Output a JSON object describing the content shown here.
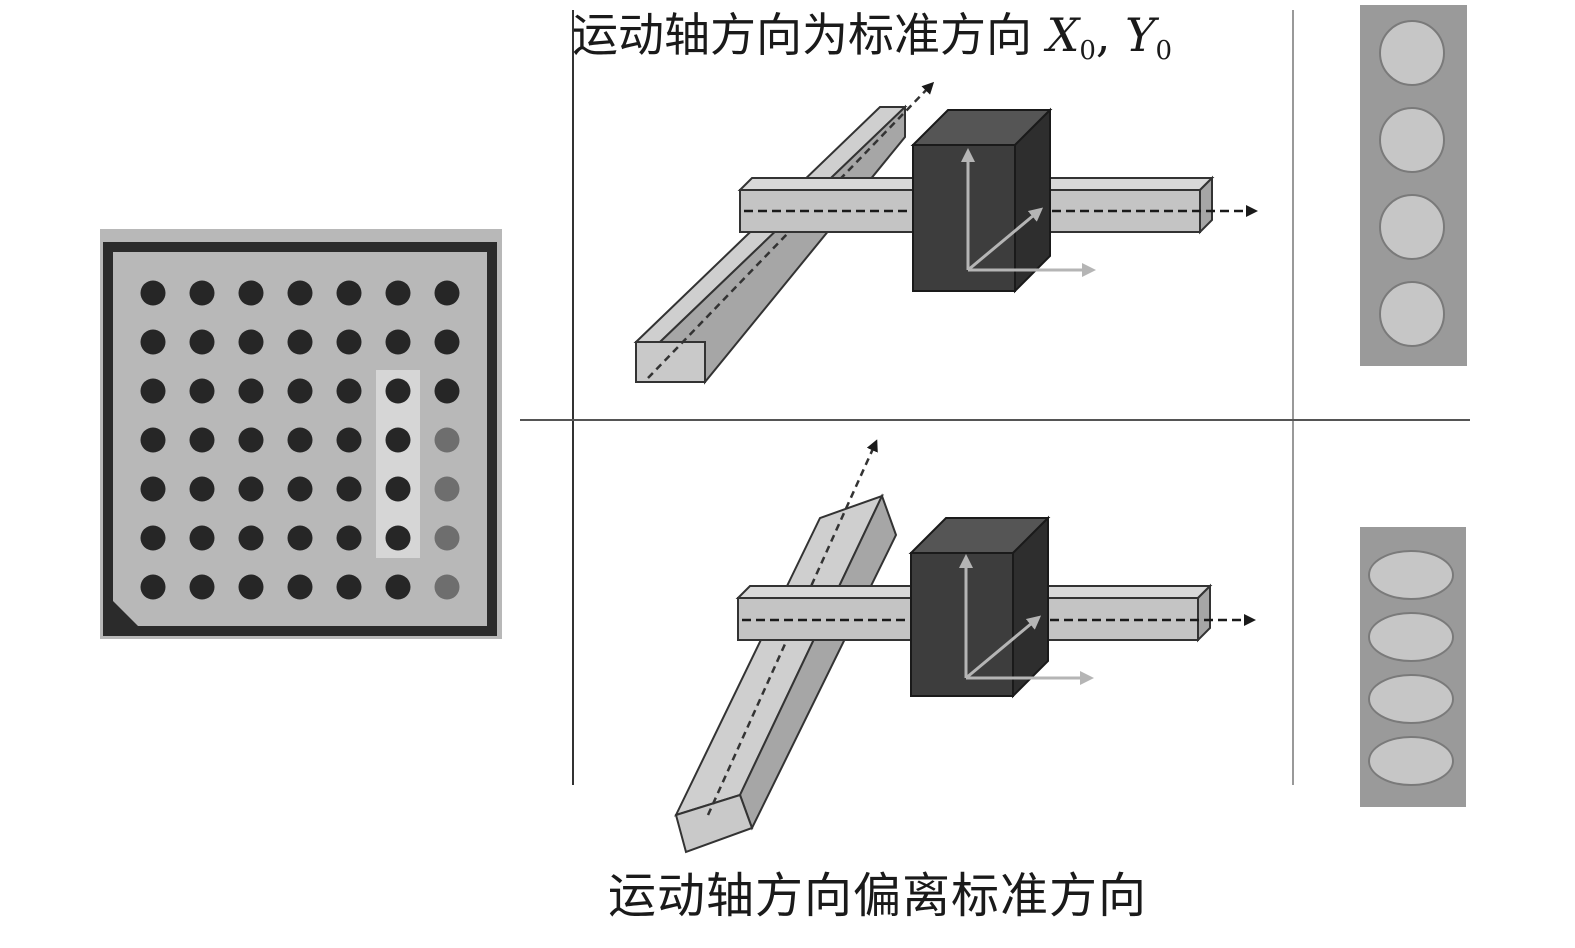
{
  "diagram": {
    "caption_top": {
      "text": "运动轴方向为标准方向",
      "var1": "X",
      "sub1": "0",
      "sep": ",",
      "var2": "Y",
      "sub2": "0"
    },
    "caption_bottom": "运动轴方向偏离标准方向",
    "calibration_plate": {
      "rows": 7,
      "cols": 7,
      "highlight_col": 6,
      "highlight_rows": [
        3,
        4,
        5,
        6
      ]
    },
    "spot_strip_standard": {
      "count": 4,
      "shape": "circle"
    },
    "spot_strip_deviated": {
      "count": 4,
      "shape": "ellipse"
    },
    "colors": {
      "ink": "#1a1a1a",
      "plate_bg": "#b3b3b3",
      "plate_frame": "#2b2b2b",
      "dot": "#262626",
      "dot_highlight": "#6e6e6e",
      "rail_face": "#c9c9c9",
      "rail_side": "#a9a9a9",
      "block": "#3d3d3d",
      "arrow_light": "#b5b5b5",
      "strip_bg": "#9a9a9a",
      "spot_fill": "#c6c6c6"
    }
  }
}
